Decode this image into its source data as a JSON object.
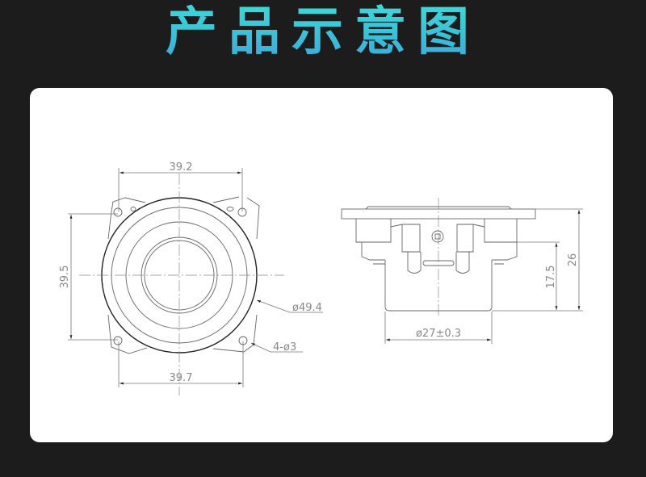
{
  "title": "产品示意图",
  "front_view": {
    "top_hole_spacing": "39.2",
    "vertical_hole_spacing": "39.5",
    "bottom_hole_spacing": "39.7",
    "outer_diameter": "ø49.4",
    "mounting_holes": "4-ø3"
  },
  "side_view": {
    "magnet_diameter": "ø27±0.3",
    "depth_magnet": "17.5",
    "total_depth": "26"
  }
}
